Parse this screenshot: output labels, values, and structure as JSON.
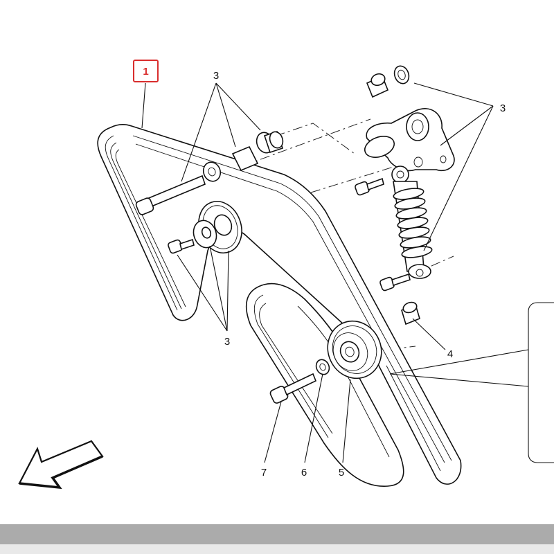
{
  "diagram": {
    "main_reference": "1",
    "callouts": {
      "spacers_top": "3",
      "tensioner_fasteners": "3",
      "idler_fasteners": "3",
      "bushing": "4",
      "pulley": "5",
      "washer": "6",
      "bolt": "7"
    }
  },
  "colors": {
    "reference_box": "#d92d2d",
    "line_art": "#111111",
    "background": "#ffffff",
    "bottom_bar": "#ababab",
    "bottom_strip": "#e9e9e9"
  }
}
